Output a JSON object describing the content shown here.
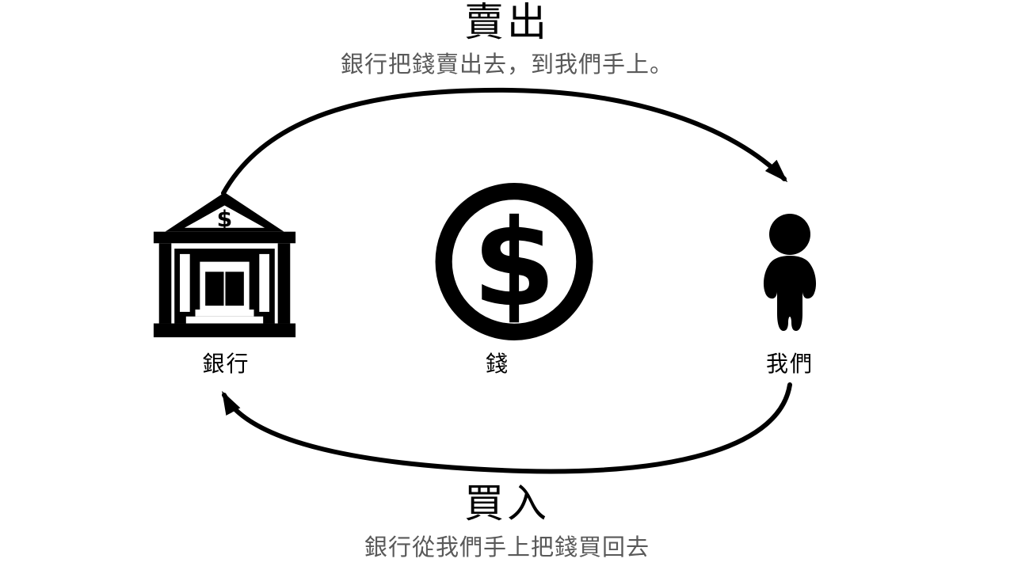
{
  "colors": {
    "background": "#ffffff",
    "title_text": "#000000",
    "subtitle_text": "#595959",
    "diagram_ink": "#000000"
  },
  "sell_flow": {
    "title": "賣出",
    "subtitle": "銀行把錢賣出去，到我們手上。"
  },
  "buy_flow": {
    "title": "買入",
    "subtitle": "銀行從我們手上把錢買回去"
  },
  "nodes": {
    "bank": {
      "label": "銀行",
      "icon": "bank-building-icon",
      "pediment_symbol": "$"
    },
    "money": {
      "label": "錢",
      "icon": "dollar-coin-icon",
      "coin_symbol": "$"
    },
    "people": {
      "label": "我們",
      "icon": "person-icon"
    }
  },
  "arrows": {
    "sell": {
      "name": "sell-arrow",
      "from": "bank",
      "to": "people",
      "position": "top"
    },
    "buy": {
      "name": "buy-arrow",
      "from": "people",
      "to": "bank",
      "position": "bottom"
    }
  }
}
